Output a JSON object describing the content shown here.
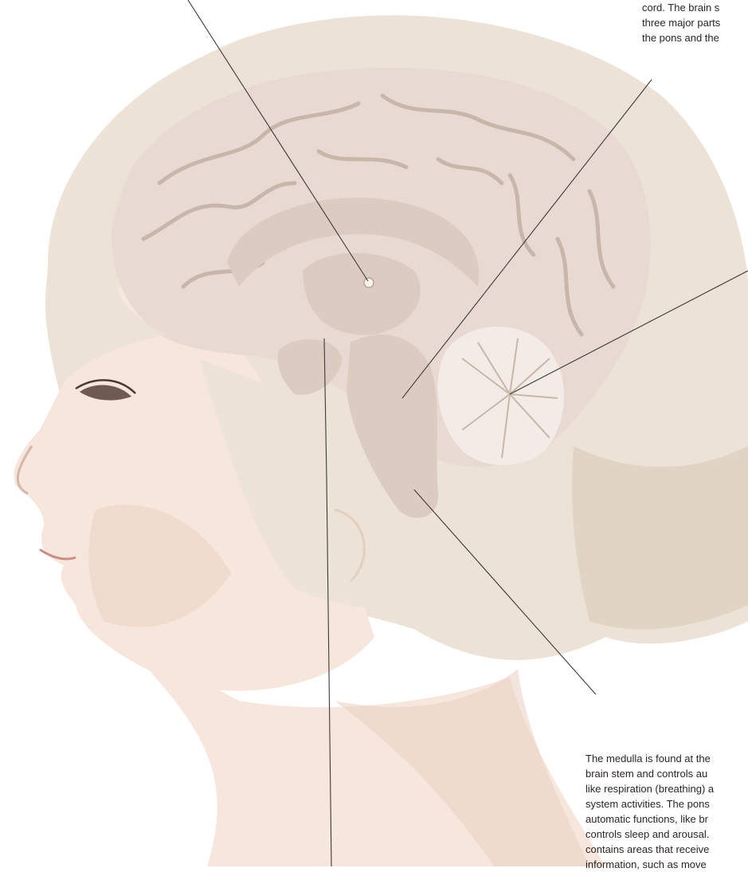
{
  "colors": {
    "hair": "#ece2d5",
    "hair_shadow": "#d9cbb9",
    "skin": "#f6e6dc",
    "skin_shadow": "#e9cfc2",
    "brain": "#e8dad2",
    "brain_fold": "#c9b6aa",
    "deep_structure": "#dccbc0",
    "cerebellum": "#f3ebe5",
    "leader_line": "#3a3a3a"
  },
  "captions": {
    "top": {
      "lines": [
        "cord. The brain s",
        "three major parts",
        "the pons and the"
      ]
    },
    "bottom": {
      "lines": [
        "The medulla is found at the",
        "brain stem and controls au",
        "like respiration (breathing) a",
        "system activities. The pons",
        "automatic functions, like br",
        "controls sleep and arousal.",
        "contains areas that receive",
        "information, such as move"
      ]
    }
  }
}
